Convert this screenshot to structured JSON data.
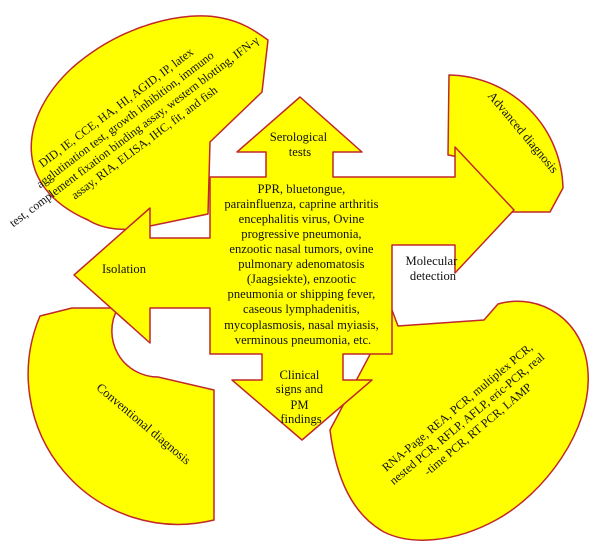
{
  "colors": {
    "fill": "#ffff00",
    "outline": "#c0282a",
    "text": "#111111"
  },
  "arrows": {
    "top": [
      "Serological",
      "tests"
    ],
    "left": "Isolation",
    "right": [
      "Molecular",
      "detection"
    ],
    "bottom": [
      "Clinical",
      "signs and",
      "PM",
      "findings"
    ]
  },
  "center_lines": [
    "PPR, bluetongue,",
    "parainfluenza, caprine arthritis",
    "encephalitis virus, Ovine",
    "progressive pneumonia,",
    "enzootic nasal tumors, ovine",
    "pulmonary adenomatosis",
    "(Jaagsiekte), enzootic",
    "pneumonia or shipping fever,",
    "caseous lymphadenitis,",
    "mycoplasmosis, nasal myiasis,",
    "verminous pneumonia, etc."
  ],
  "serology_balloon_lines": [
    "DID, IE, CCE, HA, HI, AGID, IP, latex",
    "agglutination test, growth inhibition, immuno",
    "test, complement fixation binding assay, western blotting, IFN-γ",
    "assay, RIA, ELISA, IHC, fit, and fish"
  ],
  "molecular_balloon_lines": [
    "RNA-Page, REA, PCR, multiplex PCR,",
    "nested PCR, RFLP, AFLP, eric-PCR, real",
    "-time PCR, RT PCR, LAMP"
  ],
  "arc_labels": {
    "advanced": "Advanced diagnosis",
    "conventional": "Conventional diagnosis"
  }
}
